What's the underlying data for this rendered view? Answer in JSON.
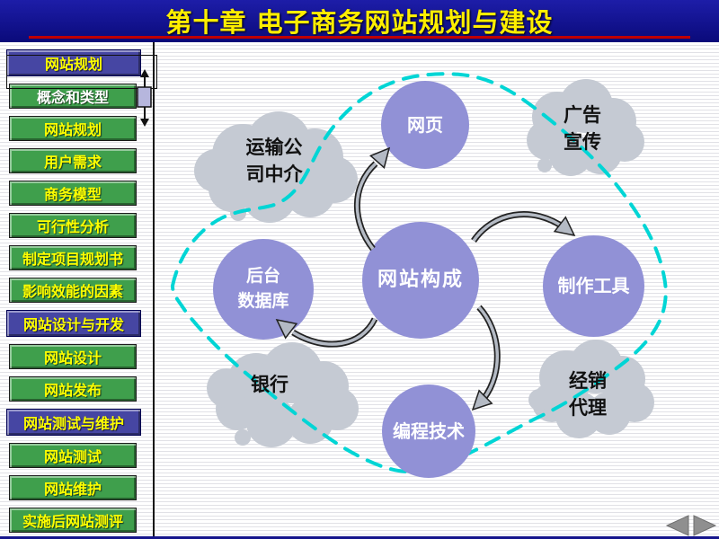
{
  "title_bar": {
    "title": "第十章 电子商务网站规划与建设"
  },
  "sidebar": {
    "items": [
      {
        "label": "网站规划",
        "type": "section"
      },
      {
        "label": "概念和类型",
        "type": "page",
        "current": true
      },
      {
        "label": "网站规划",
        "type": "page"
      },
      {
        "label": "用户需求",
        "type": "page"
      },
      {
        "label": "商务模型",
        "type": "page"
      },
      {
        "label": "可行性分析",
        "type": "page"
      },
      {
        "label": "制定项目规划书",
        "type": "page"
      },
      {
        "label": "影响效能的因素",
        "type": "page"
      },
      {
        "label": "网站设计与开发",
        "type": "section"
      },
      {
        "label": "网站设计",
        "type": "page"
      },
      {
        "label": "网站发布",
        "type": "page"
      },
      {
        "label": "网站测试与维护",
        "type": "section"
      },
      {
        "label": "网站测试",
        "type": "page"
      },
      {
        "label": "网站维护",
        "type": "page"
      },
      {
        "label": "实施后网站测评",
        "type": "page"
      }
    ]
  },
  "diagram": {
    "center": {
      "label": "网站构成"
    },
    "nodes": {
      "webpage": {
        "label": "网页"
      },
      "backend_database": {
        "label": "后台\n数据库"
      },
      "authoring_tools": {
        "label": "制作工具"
      },
      "programming": {
        "label": "编程技术"
      }
    },
    "clouds": {
      "transport_agency": {
        "label": "运输公\n司中介"
      },
      "advertising": {
        "label": "广告\n宣传"
      },
      "bank": {
        "label": "银行"
      },
      "distributor": {
        "label": "经销\n代理"
      }
    }
  },
  "nav": {
    "prev_icon": "left-triangle",
    "next_icon": "right-triangle"
  },
  "colors": {
    "title_bg": "#12129a",
    "title_text": "#ffee00",
    "title_underline": "#c00000",
    "button_green": "#3f9f4c",
    "button_blue": "#4646a3",
    "button_text": "#ffff00",
    "current_button_text": "#ffffff",
    "node_fill": "#9191d6",
    "node_text": "#ffffff",
    "cloud_fill": "#c5cad3",
    "cloud_text": "#111111",
    "dashed_border": "#00d5d5",
    "arrow_fill": "#b4bac4",
    "arrow_outline": "#222222",
    "nav_arrow": "#8f8f8f"
  }
}
